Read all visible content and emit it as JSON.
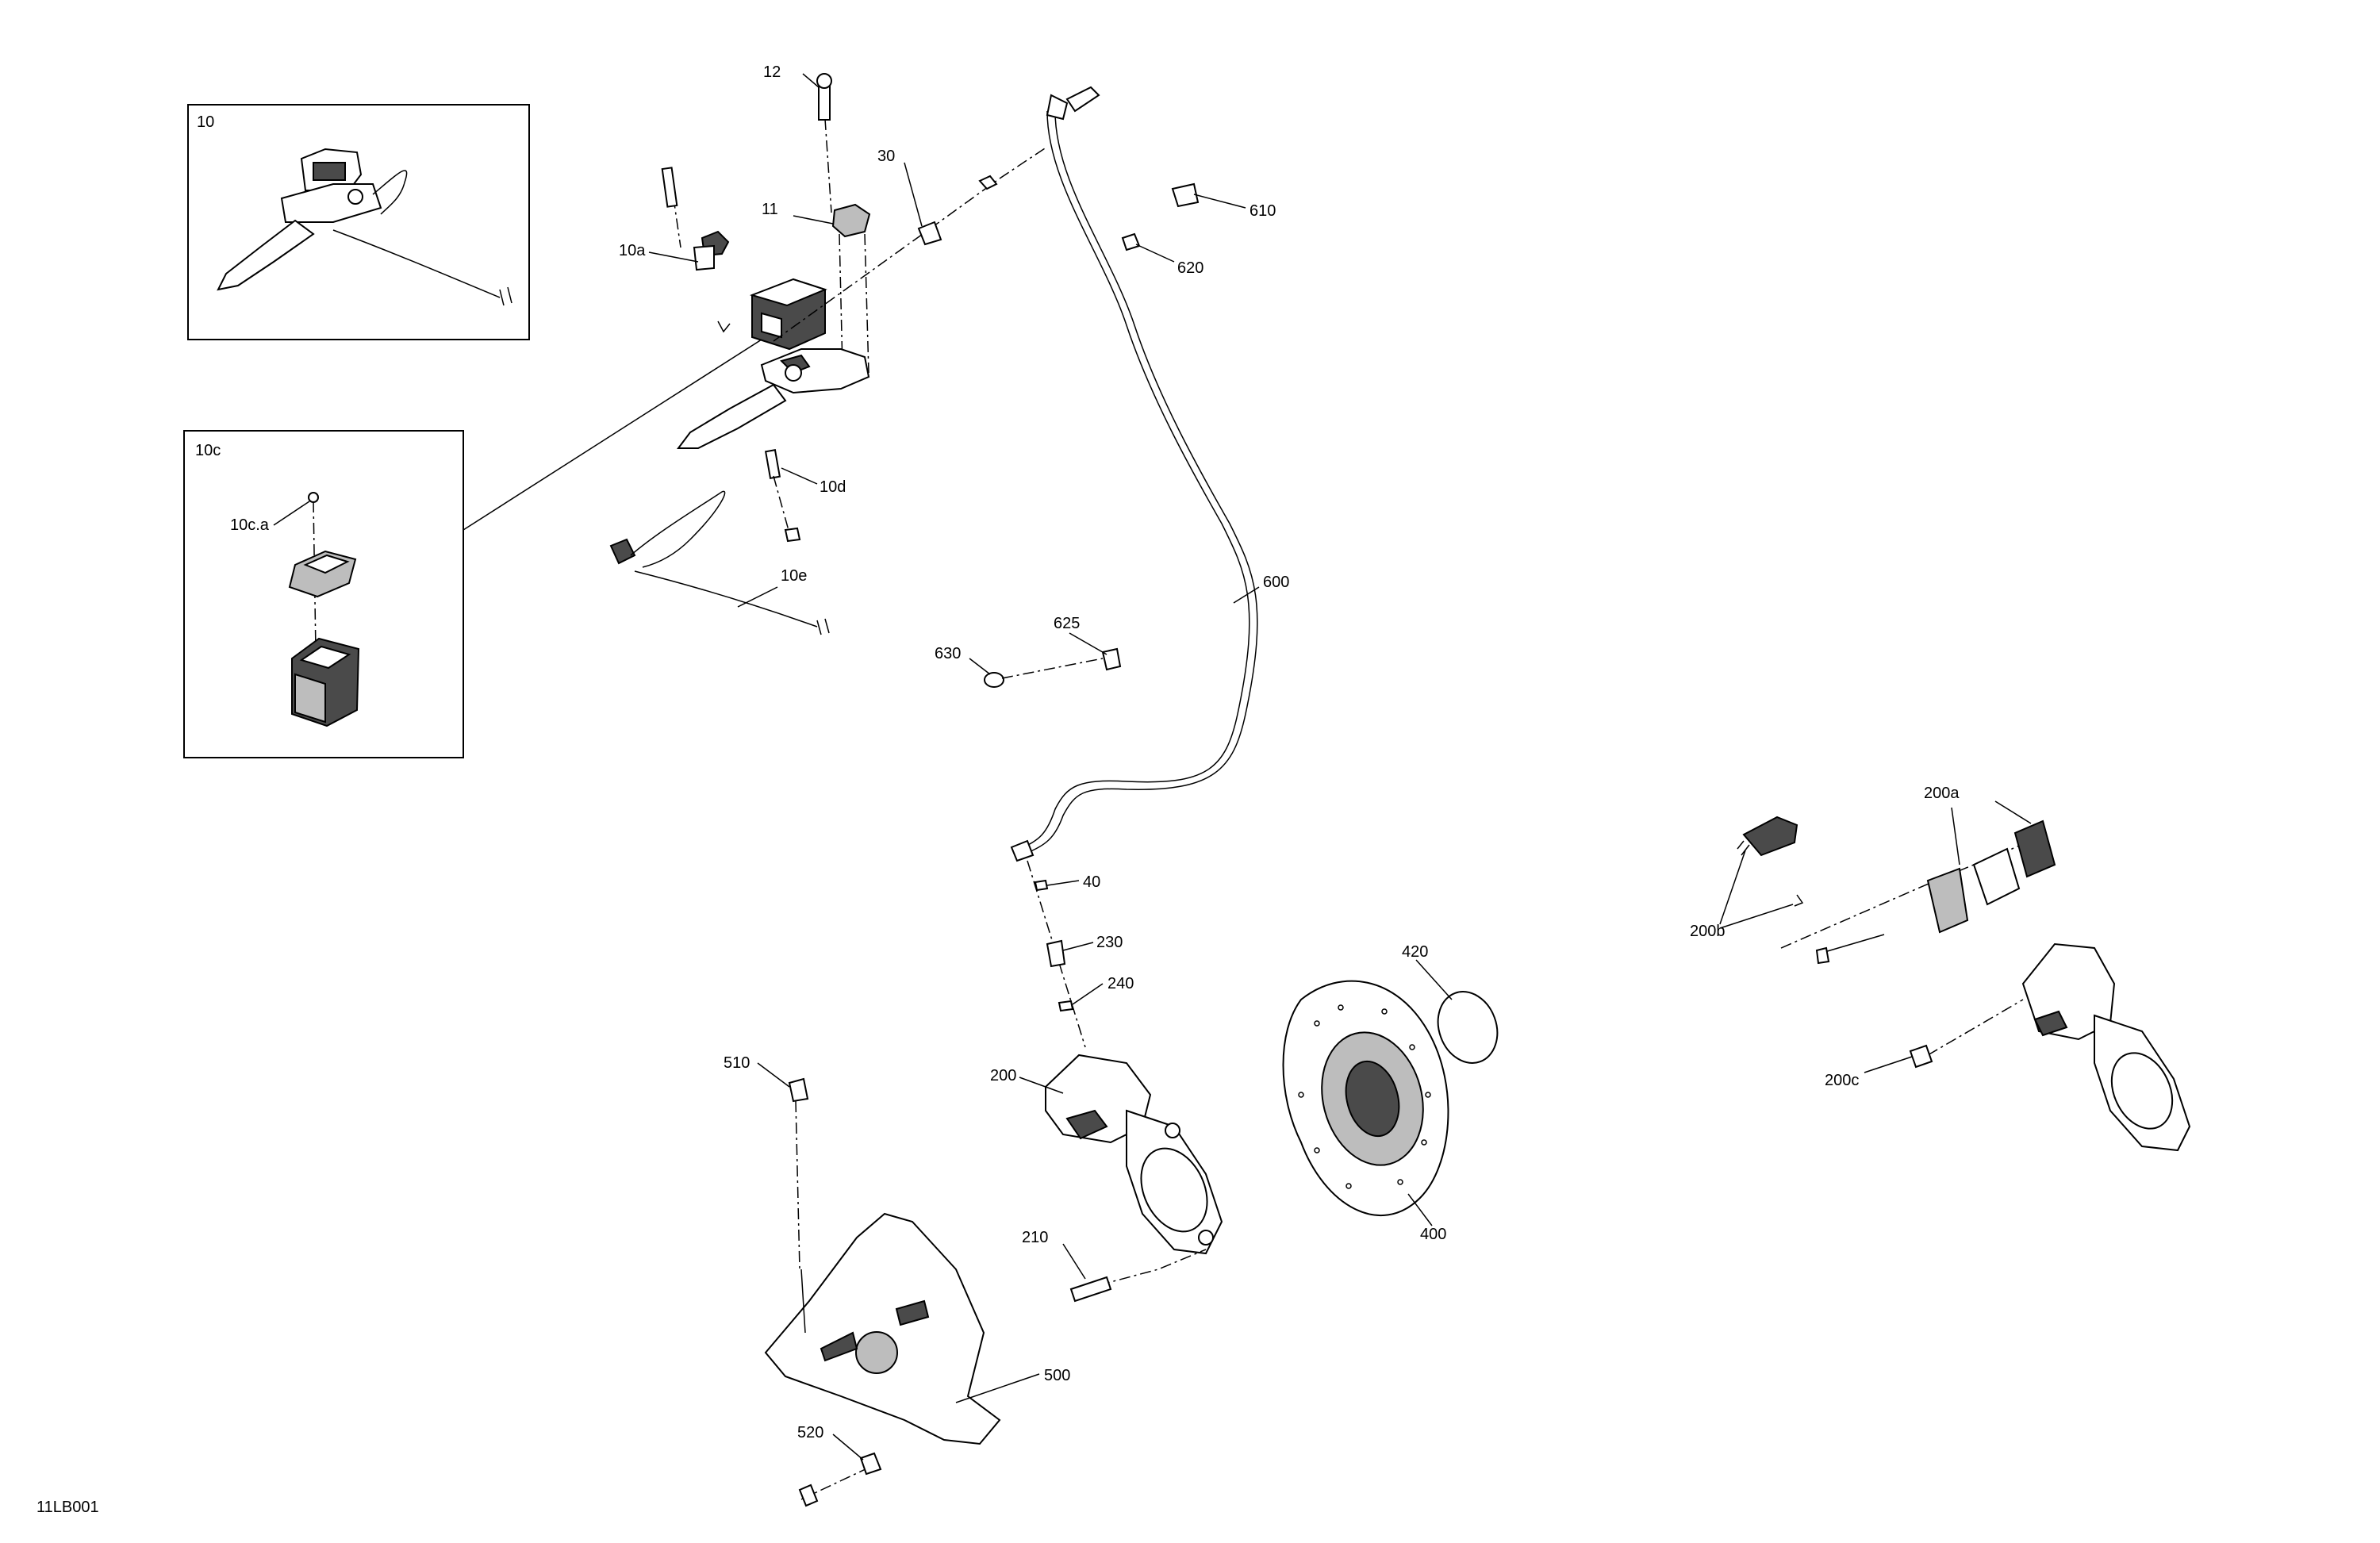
{
  "diagram": {
    "drawing_number": "11LB001",
    "callouts": {
      "c12": "12",
      "c30": "30",
      "c11": "11",
      "c10a": "10a",
      "c610": "610",
      "c620": "620",
      "c10d": "10d",
      "c10e": "10e",
      "c600": "600",
      "c625": "625",
      "c630": "630",
      "c40": "40",
      "c230": "230",
      "c240": "240",
      "c200": "200",
      "c510": "510",
      "c420": "420",
      "c400": "400",
      "c210": "210",
      "c500": "500",
      "c520": "520",
      "c200a": "200a",
      "c200b": "200b",
      "c200c": "200c"
    },
    "inset_10": {
      "label": "10"
    },
    "inset_10c": {
      "label": "10c",
      "callout_10ca": "10c.a"
    }
  }
}
